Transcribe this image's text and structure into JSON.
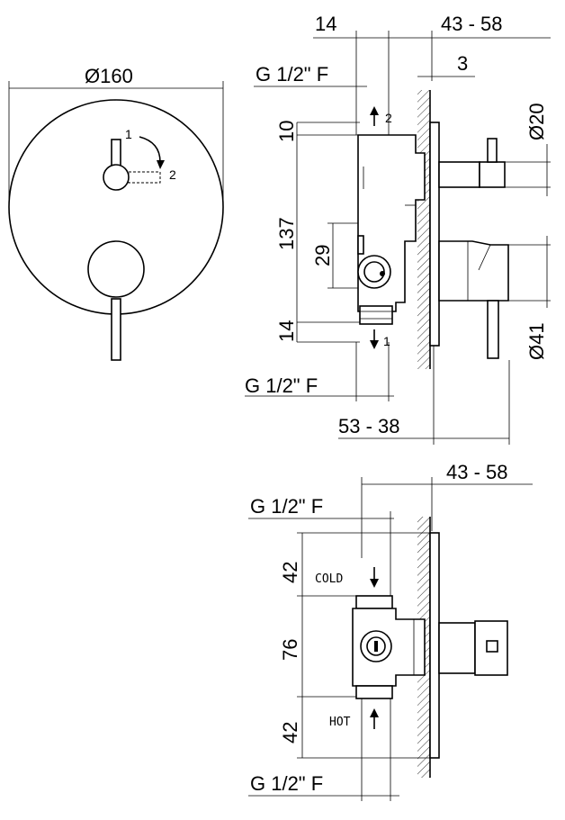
{
  "front_view": {
    "diameter_label": "Ø160",
    "position_1": "1",
    "position_2": "2"
  },
  "side_view": {
    "top_dim_left": "14",
    "top_dim_right": "43 - 58",
    "thread_top": "G 1/2\" F",
    "wall_dim": "3",
    "dim_10": "10",
    "dim_137": "137",
    "dim_29": "29",
    "dim_14": "14",
    "outlet_2": "2",
    "outlet_1": "1",
    "handle_diameter": "Ø20",
    "body_diameter": "Ø41",
    "thread_bottom": "G 1/2\" F",
    "bottom_dim": "53 - 38"
  },
  "rear_view": {
    "top_dim_right": "43 - 58",
    "thread_top": "G 1/2\" F",
    "dim_42_top": "42",
    "cold_label": "COLD",
    "dim_76": "76",
    "hot_label": "HOT",
    "dim_42_bottom": "42",
    "thread_bottom": "G 1/2\" F"
  }
}
